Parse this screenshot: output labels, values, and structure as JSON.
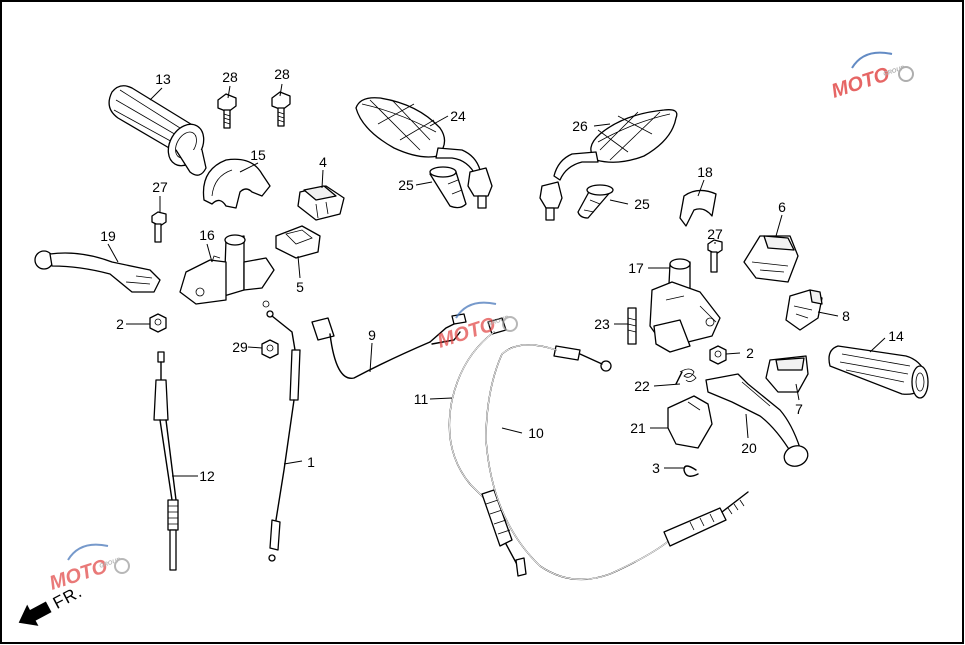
{
  "callouts": [
    {
      "id": "13",
      "label": "13"
    },
    {
      "id": "28a",
      "label": "28"
    },
    {
      "id": "28b",
      "label": "28"
    },
    {
      "id": "15",
      "label": "15"
    },
    {
      "id": "4",
      "label": "4"
    },
    {
      "id": "27a",
      "label": "27"
    },
    {
      "id": "19",
      "label": "19"
    },
    {
      "id": "16",
      "label": "16"
    },
    {
      "id": "5",
      "label": "5"
    },
    {
      "id": "2a",
      "label": "2"
    },
    {
      "id": "29",
      "label": "29"
    },
    {
      "id": "9",
      "label": "9"
    },
    {
      "id": "24",
      "label": "24"
    },
    {
      "id": "25a",
      "label": "25"
    },
    {
      "id": "26",
      "label": "26"
    },
    {
      "id": "25b",
      "label": "25"
    },
    {
      "id": "18",
      "label": "18"
    },
    {
      "id": "6",
      "label": "6"
    },
    {
      "id": "27b",
      "label": "27"
    },
    {
      "id": "17",
      "label": "17"
    },
    {
      "id": "8",
      "label": "8"
    },
    {
      "id": "23",
      "label": "23"
    },
    {
      "id": "14",
      "label": "14"
    },
    {
      "id": "2b",
      "label": "2"
    },
    {
      "id": "22",
      "label": "22"
    },
    {
      "id": "7",
      "label": "7"
    },
    {
      "id": "11",
      "label": "11"
    },
    {
      "id": "10",
      "label": "10"
    },
    {
      "id": "21",
      "label": "21"
    },
    {
      "id": "20",
      "label": "20"
    },
    {
      "id": "12",
      "label": "12"
    },
    {
      "id": "1",
      "label": "1"
    },
    {
      "id": "3",
      "label": "3"
    }
  ],
  "direction_label": "FR.",
  "watermark": {
    "text": "MOTO",
    "subtext": "GROUP",
    "colors": {
      "red": "#e0413f",
      "blue": "#3d6fb6",
      "grey": "#9a9a9a"
    }
  }
}
